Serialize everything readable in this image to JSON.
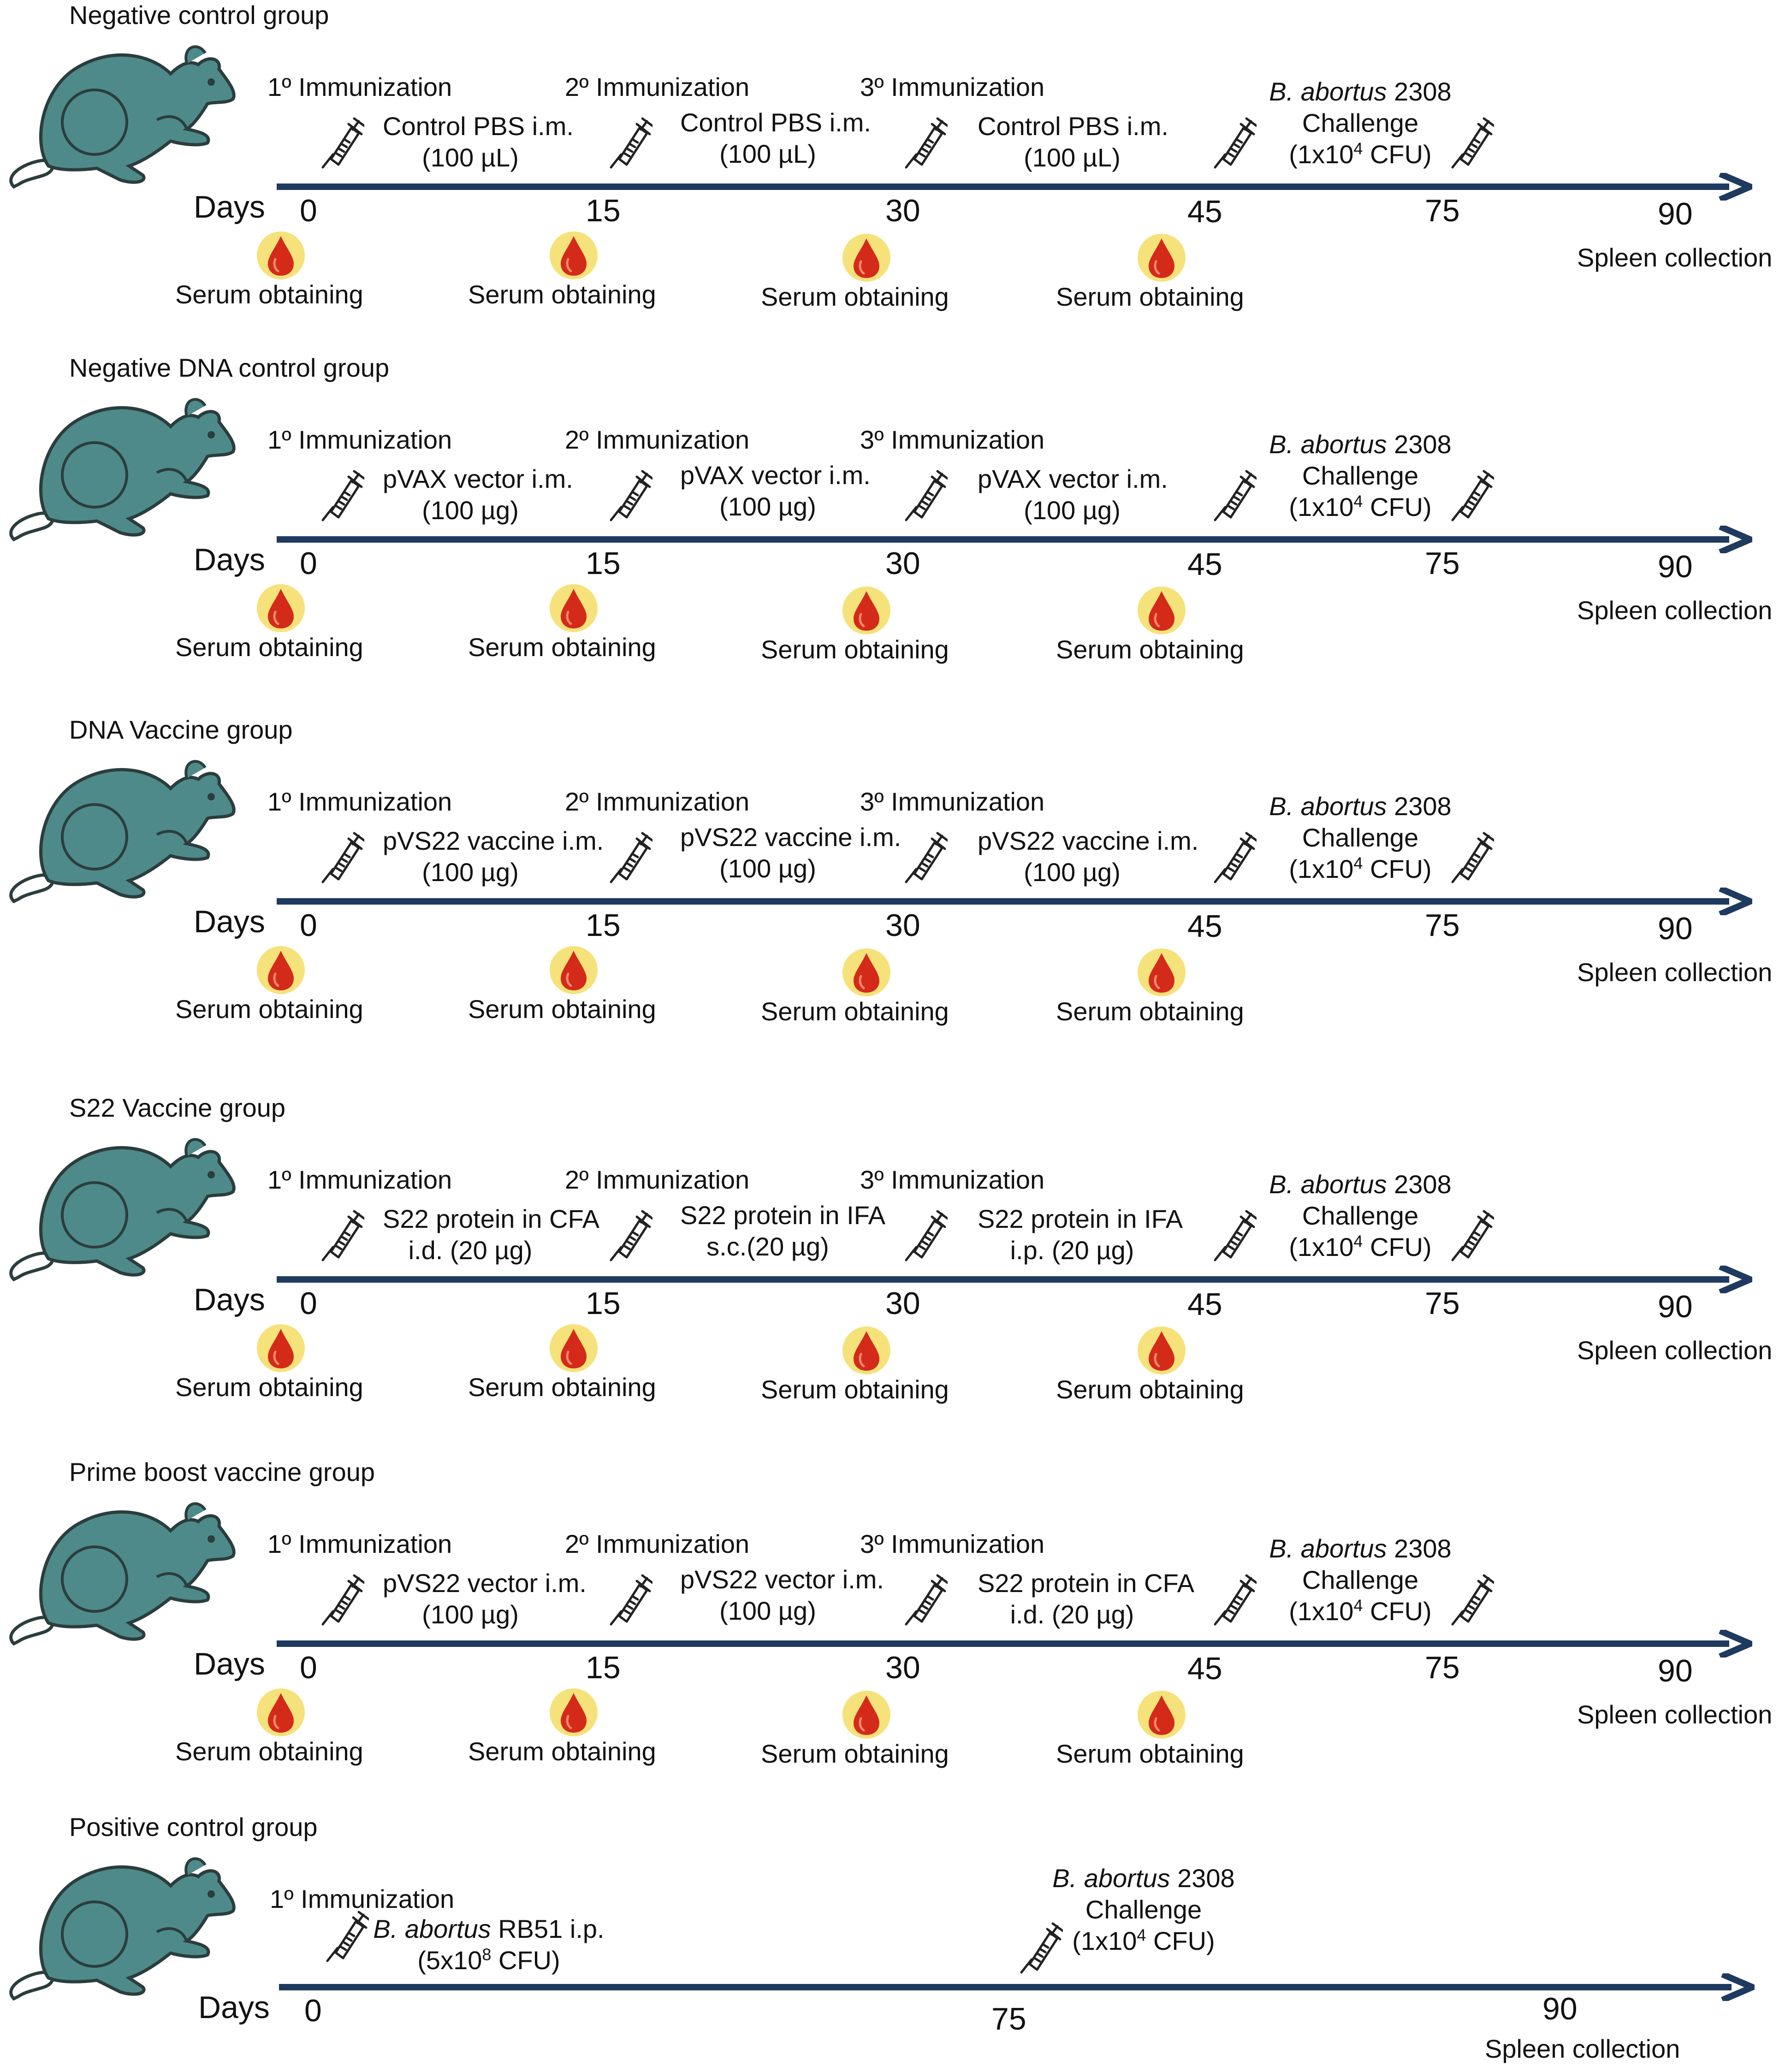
{
  "colors": {
    "arrow": "#1f3a5f",
    "mouse": "#4e8a8a",
    "mouse_outline": "#2b3d3d",
    "drop": "#d42a1a",
    "drop_halo": "#f6e27a"
  },
  "icons": {
    "mouse": "mouse-icon",
    "syringe": "syringe-icon",
    "blood_drop": "blood-drop-icon"
  },
  "common": {
    "days": "Days",
    "imm1": "1º Immunization",
    "imm2": "2º Immunization",
    "imm3": "3º Immunization",
    "challenge_species": "B. abortus",
    "challenge_strain": " 2308",
    "challenge": "Challenge",
    "challenge_dose_pre": "(1x10",
    "challenge_dose_exp": "4",
    "challenge_dose_post": " CFU)",
    "serum": "Serum obtaining",
    "spleen": "Spleen collection",
    "d0": "0",
    "d15": "15",
    "d30": "30",
    "d45": "45",
    "d75": "75",
    "d90": "90"
  },
  "groups": [
    {
      "title": "Negative control group",
      "dose1_l1": "Control PBS i.m.",
      "dose1_l2": "(100 µL)",
      "dose2_l1": "Control PBS i.m.",
      "dose2_l2": "(100 µL)",
      "dose3_l1": "Control PBS i.m.",
      "dose3_l2": "(100 µL)"
    },
    {
      "title": "Negative DNA control group",
      "dose1_l1": "pVAX vector i.m.",
      "dose1_l2": "(100 µg)",
      "dose2_l1": "pVAX vector i.m.",
      "dose2_l2": "(100 µg)",
      "dose3_l1": "pVAX vector i.m.",
      "dose3_l2": "(100 µg)"
    },
    {
      "title": "DNA Vaccine group",
      "dose1_l1": "pVS22 vaccine i.m.",
      "dose1_l2": "(100 µg)",
      "dose2_l1": "pVS22 vaccine i.m.",
      "dose2_l2": "(100 µg)",
      "dose3_l1": "pVS22 vaccine i.m.",
      "dose3_l2": "(100 µg)"
    },
    {
      "title": "S22 Vaccine group",
      "dose1_l1": "S22 protein in CFA",
      "dose1_l2": "i.d. (20 µg)",
      "dose2_l1": "S22 protein in IFA",
      "dose2_l2": "s.c.(20 µg)",
      "dose3_l1": "S22 protein in IFA",
      "dose3_l2": "i.p. (20 µg)"
    },
    {
      "title": "Prime boost vaccine group",
      "dose1_l1": "pVS22 vector i.m.",
      "dose1_l2": "(100 µg)",
      "dose2_l1": "pVS22 vector i.m.",
      "dose2_l2": "(100 µg)",
      "dose3_l1": "S22 protein in CFA",
      "dose3_l2": "i.d. (20 µg)"
    }
  ],
  "positive": {
    "title": "Positive control group",
    "dose_species": "B. abortus",
    "dose_strain": " RB51 i.p.",
    "dose_l2_pre": "(5x10",
    "dose_l2_exp": "8",
    "dose_l2_post": " CFU)"
  }
}
